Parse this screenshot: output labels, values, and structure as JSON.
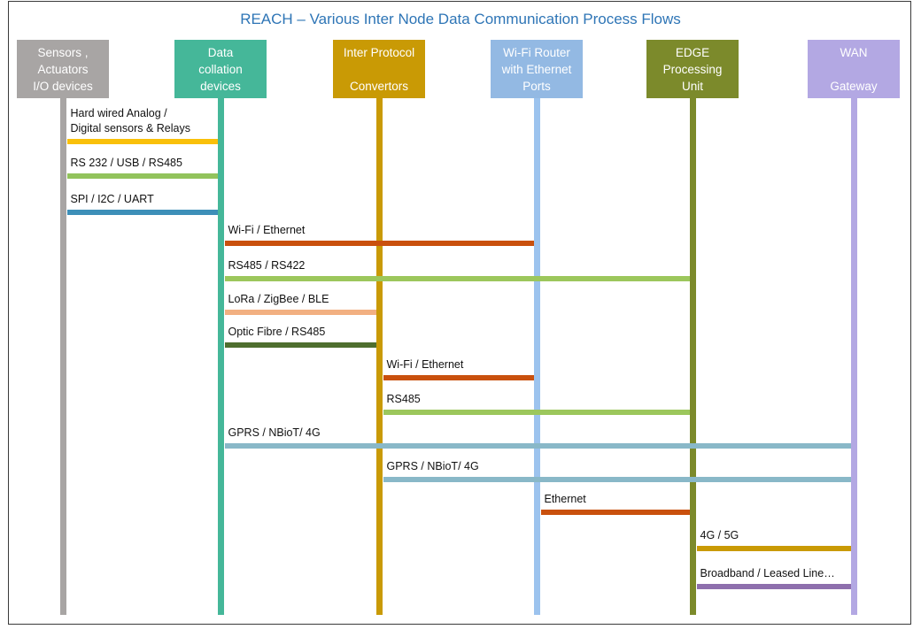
{
  "title": "REACH – Various Inter Node Data Communication Process Flows",
  "nodes": [
    {
      "lines": [
        "Sensors ,",
        "Actuators",
        "I/O devices"
      ],
      "color": "#a8a5a4",
      "line_color": "#a8a5a4",
      "text_color": "#ffffff"
    },
    {
      "lines": [
        "Data",
        "collation",
        "devices"
      ],
      "color": "#45b799",
      "line_color": "#45b799",
      "text_color": "#ffffff"
    },
    {
      "lines": [
        "Inter Protocol",
        "",
        "Convertors"
      ],
      "color": "#c99a05",
      "line_color": "#c99a05",
      "text_color": "#ffffff"
    },
    {
      "lines": [
        "Wi-Fi Router",
        "with Ethernet",
        "Ports"
      ],
      "color": "#93b9e3",
      "line_color": "#9cc3ee",
      "text_color": "#ffffff"
    },
    {
      "lines": [
        "EDGE",
        "Processing",
        "Unit"
      ],
      "color": "#7c8a2b",
      "line_color": "#7c8a2b",
      "text_color": "#ffffff"
    },
    {
      "lines": [
        "WAN",
        "",
        "Gateway"
      ],
      "color": "#b3a8e3",
      "line_color": "#b3a8e3",
      "text_color": "#ffffff"
    }
  ],
  "flows": [
    {
      "from": 0,
      "to": 1,
      "label_lines": [
        "Hard wired Analog /",
        "Digital sensors & Relays"
      ],
      "color": "#f9c00a"
    },
    {
      "from": 0,
      "to": 1,
      "label_lines": [
        "RS 232 /  USB / RS485"
      ],
      "color": "#92c35c"
    },
    {
      "from": 0,
      "to": 1,
      "label_lines": [
        "SPI / I2C / UART"
      ],
      "color": "#3d8fb8"
    },
    {
      "from": 1,
      "to": 3,
      "label_lines": [
        "Wi-Fi / Ethernet"
      ],
      "color": "#c9500d"
    },
    {
      "from": 1,
      "to": 4,
      "label_lines": [
        "RS485 /  RS422"
      ],
      "color": "#9cc75c"
    },
    {
      "from": 1,
      "to": 2,
      "label_lines": [
        "LoRa / ZigBee / BLE"
      ],
      "color": "#f2b081"
    },
    {
      "from": 1,
      "to": 2,
      "label_lines": [
        "Optic Fibre / RS485"
      ],
      "color": "#4e6e2e"
    },
    {
      "from": 2,
      "to": 3,
      "label_lines": [
        "Wi-Fi / Ethernet"
      ],
      "color": "#c9500d"
    },
    {
      "from": 2,
      "to": 4,
      "label_lines": [
        "RS485"
      ],
      "color": "#9cc75c"
    },
    {
      "from": 1,
      "to": 5,
      "label_lines": [
        "GPRS / NBioT/ 4G"
      ],
      "color": "#89b8c8"
    },
    {
      "from": 2,
      "to": 5,
      "label_lines": [
        "GPRS / NBioT/ 4G"
      ],
      "color": "#89b8c8"
    },
    {
      "from": 3,
      "to": 4,
      "label_lines": [
        "Ethernet"
      ],
      "color": "#c9500d"
    },
    {
      "from": 4,
      "to": 5,
      "label_lines": [
        "4G / 5G"
      ],
      "color": "#c99a05"
    },
    {
      "from": 4,
      "to": 5,
      "label_lines": [
        "Broadband / Leased Line…"
      ],
      "color": "#8e6fad"
    }
  ]
}
